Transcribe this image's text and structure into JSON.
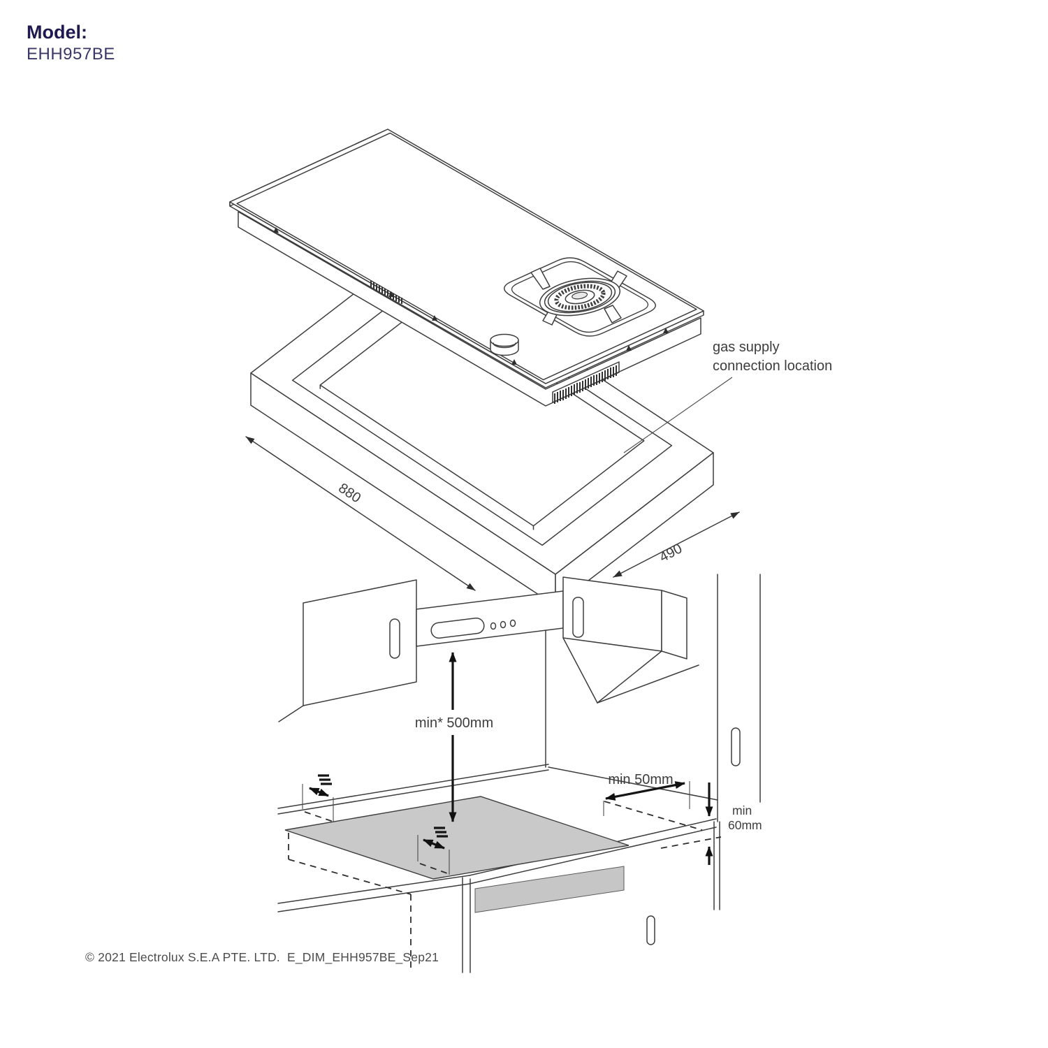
{
  "header": {
    "model_label": "Model:",
    "model_number": "EHH957BE"
  },
  "top_diagram": {
    "description": "exploded isometric view of single-burner gas hob above countertop cutout",
    "dim_length": "880",
    "dim_depth": "490",
    "gas_note_line1": "gas supply",
    "gas_note_line2": "connection location"
  },
  "bottom_diagram": {
    "description": "installation clearances between hob, range hood and cabinets",
    "hood_clearance": "min* 500mm",
    "side_clearance": "min 50mm",
    "worktop_thickness_line1": "min",
    "worktop_thickness_line2": "60mm"
  },
  "footer": {
    "copyright": "© 2021 Electrolux S.E.A PTE. LTD.  E_DIM_EHH957BE_Sep21"
  },
  "colors": {
    "brand_navy": "#1e1a4e",
    "model_number_navy": "#3a3766",
    "line": "#3d3d3d",
    "bold_line": "#141414",
    "hob_surface_gray": "#c9c9c9",
    "recess_gray": "#c6c6c6",
    "background": "#ffffff"
  }
}
